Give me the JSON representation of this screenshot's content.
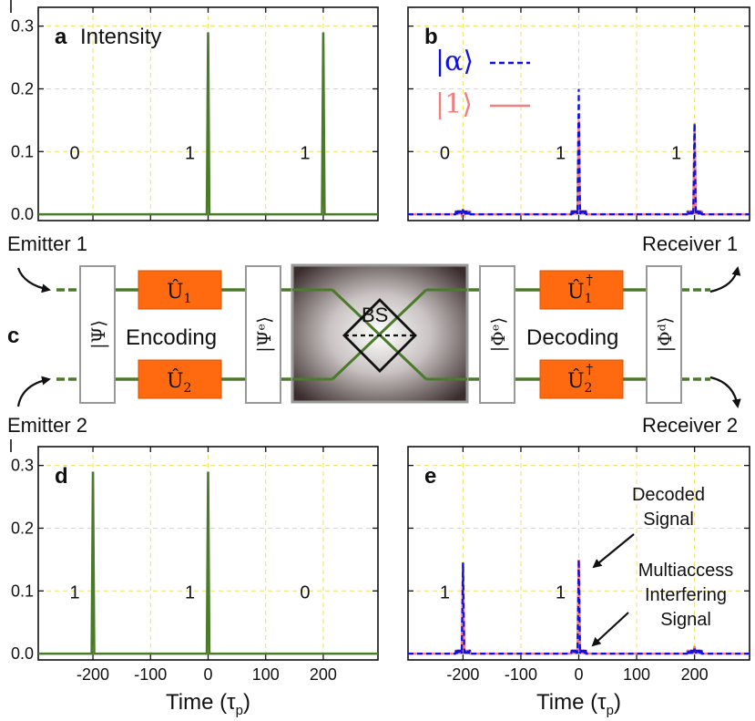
{
  "panel_c": {
    "letter": "c",
    "emitter1": "Emitter 1",
    "emitter2": "Emitter 2",
    "receiver1": "Receiver 1",
    "receiver2": "Receiver 2",
    "encoding": "Encoding",
    "decoding": "Decoding",
    "bs": "BS",
    "u1": "Û",
    "u1_sub": "1",
    "u2": "Û",
    "u2_sub": "2",
    "u1d": "Û",
    "u1d_sub": "1",
    "u1d_sup": "†",
    "u2d": "Û",
    "u2d_sub": "2",
    "u2d_sup": "†",
    "psi_in": "|Ψ⟩",
    "psi_e": "|Ψᵉ⟩",
    "phi_e": "|Φᵉ⟩",
    "phi_d": "|Φᵈ⟩"
  },
  "colors": {
    "green": "#4a7a2a",
    "blue": "#1010e0",
    "pink": "#f08080",
    "orange": "#ff6a10",
    "grid": "#f0e060",
    "box_edge": "#999999"
  },
  "chart_data": [
    {
      "id": "a",
      "type": "line",
      "letter": "a",
      "title": "Intensity",
      "xlim": [
        -295,
        295
      ],
      "ylim": [
        -0.01,
        0.33
      ],
      "yticks": [
        0.0,
        0.1,
        0.2,
        0.3
      ],
      "ytick_labels": [
        "0.0",
        "0.1",
        "0.2",
        "0.3"
      ],
      "xticks": [
        -200,
        -100,
        0,
        100,
        200
      ],
      "series": [
        {
          "peaks": [
            {
              "x": 0,
              "y": 0.29
            },
            {
              "x": 200,
              "y": 0.29
            }
          ]
        }
      ],
      "bit_labels": [
        {
          "x": -200,
          "text": "0"
        },
        {
          "x": 0,
          "text": "1"
        },
        {
          "x": 200,
          "text": "1"
        }
      ]
    },
    {
      "id": "b",
      "type": "line",
      "letter": "b",
      "xlim": [
        -295,
        295
      ],
      "ylim": [
        -0.01,
        0.33
      ],
      "xticks": [
        -200,
        -100,
        0,
        100,
        200
      ],
      "yticks": [
        0.0,
        0.1,
        0.2,
        0.3
      ],
      "legend": [
        "|α⟩",
        "|1⟩"
      ],
      "series": [
        {
          "peaks": [
            {
              "x": -200,
              "y": 0.008
            },
            {
              "x": 0,
              "y": 0.2
            },
            {
              "x": 200,
              "y": 0.145
            }
          ]
        },
        {
          "peaks": [
            {
              "x": -200,
              "y": 0.004
            },
            {
              "x": 0,
              "y": 0.15
            },
            {
              "x": 200,
              "y": 0.145
            }
          ]
        }
      ],
      "bit_labels": [
        {
          "x": -200,
          "text": "0"
        },
        {
          "x": 0,
          "text": "1"
        },
        {
          "x": 200,
          "text": "1"
        }
      ]
    },
    {
      "id": "d",
      "type": "line",
      "letter": "d",
      "xlim": [
        -295,
        295
      ],
      "ylim": [
        -0.01,
        0.33
      ],
      "yticks": [
        0.0,
        0.1,
        0.2,
        0.3
      ],
      "ytick_labels": [
        "0.0",
        "0.1",
        "0.2",
        "0.3"
      ],
      "xticks": [
        -200,
        -100,
        0,
        100,
        200
      ],
      "xtick_labels": [
        "-200",
        "-100",
        "0",
        "100",
        "200"
      ],
      "xlabel": "Time (τ",
      "xlabel_sub": "p",
      "xlabel_end": ")",
      "series": [
        {
          "peaks": [
            {
              "x": -200,
              "y": 0.29
            },
            {
              "x": 0,
              "y": 0.29
            }
          ]
        }
      ],
      "bit_labels": [
        {
          "x": -200,
          "text": "1"
        },
        {
          "x": 0,
          "text": "1"
        },
        {
          "x": 200,
          "text": "0"
        }
      ]
    },
    {
      "id": "e",
      "type": "line",
      "letter": "e",
      "xlim": [
        -295,
        295
      ],
      "ylim": [
        -0.01,
        0.33
      ],
      "yticks": [
        0.0,
        0.1,
        0.2,
        0.3
      ],
      "xticks": [
        -200,
        -100,
        0,
        100,
        200
      ],
      "xtick_labels": [
        "-200",
        "-100",
        "0",
        "100",
        "200"
      ],
      "xlabel": "Time (τ",
      "xlabel_sub": "p",
      "xlabel_end": ")",
      "series": [
        {
          "peaks": [
            {
              "x": -200,
              "y": 0.145
            },
            {
              "x": 0,
              "y": 0.15
            },
            {
              "x": 200,
              "y": 0.008
            }
          ]
        },
        {
          "peaks": [
            {
              "x": -200,
              "y": 0.145
            },
            {
              "x": 0,
              "y": 0.15
            },
            {
              "x": 200,
              "y": 0.012
            }
          ]
        }
      ],
      "bit_labels": [
        {
          "x": -200,
          "text": "1"
        },
        {
          "x": 0,
          "text": "1"
        }
      ],
      "annotations": [
        {
          "lines": [
            "Decoded",
            "Signal"
          ]
        },
        {
          "lines": [
            "Multiaccess",
            "Interfering",
            "Signal"
          ]
        }
      ]
    }
  ]
}
